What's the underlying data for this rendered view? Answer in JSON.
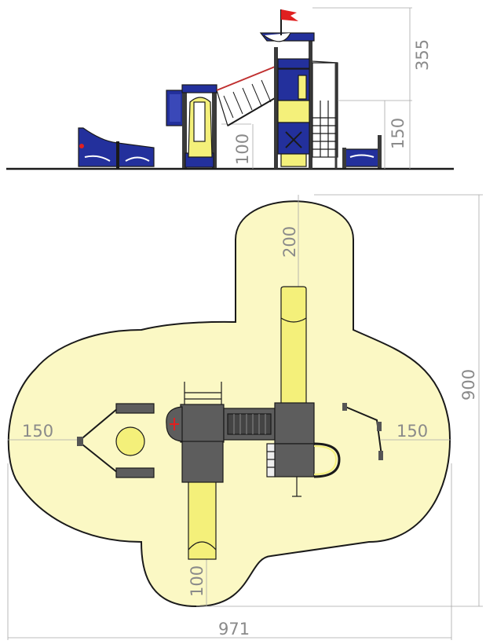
{
  "dimensions": {
    "tower_total_height": "355",
    "tower_deck_height": "150",
    "slide_deck_height": "100",
    "top_clearance": "200",
    "plan_height": "900",
    "left_clearance": "150",
    "right_clearance": "150",
    "bottom_clearance": "100",
    "plan_width": "971"
  },
  "colors": {
    "safety_zone": "#fbf8c4",
    "slide": "#f4f07a",
    "deck": "#5d5d5d",
    "panel": "#23309c",
    "flag": "#e02020"
  }
}
